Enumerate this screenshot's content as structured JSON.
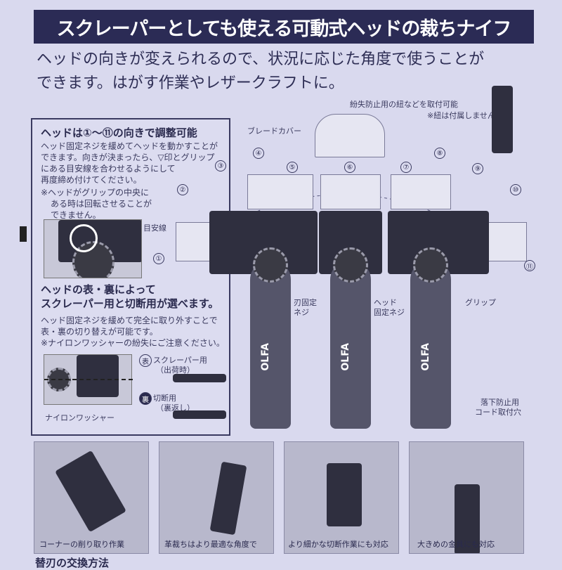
{
  "title": "スクレーパーとしても使える可動式ヘッドの裁ちナイフ",
  "intro": [
    "ヘッドの向きが変えられるので、状況に応じた角度で使うことが",
    "できます。はがす作業やレザークラフトに。"
  ],
  "box": {
    "heading1": "ヘッドは①～⑪の向きで調整可能",
    "text1": [
      "ヘッド固定ネジを緩めてヘッドを動かすことが",
      "できます。向きが決まったら、▽印とグリップ",
      "にある目安線を合わせるようにして",
      "再度締め付けてください。"
    ],
    "note1": [
      "※ヘッドがグリップの中央に",
      "ある時は回転させることが",
      "できません。"
    ],
    "guide_line_label": "目安線",
    "heading2": [
      "ヘッドの表・裏によって",
      "スクレーパー用と切断用が選べます。"
    ],
    "text2": [
      "ヘッド固定ネジを緩めて完全に取り外すことで",
      "表・裏の切り替えが可能です。"
    ],
    "note2": "※ナイロンワッシャーの紛失にご注意ください。",
    "washer_label": "ナイロンワッシャー",
    "front_badge": "表",
    "front_label": "スクレーパー用",
    "front_sub": "（出荷時）",
    "back_badge": "裏",
    "back_label": "切断用",
    "back_sub": "（裏返し）"
  },
  "diagram": {
    "lanyard_note": "紛失防止用の紐などを取付可能",
    "lanyard_sub": "※紐は付属しません",
    "blade_cover": "ブレードカバー",
    "blade_screw": [
      "刃固定",
      "ネジ"
    ],
    "head_screw": [
      "ヘッド",
      "固定ネジ"
    ],
    "grip": "グリップ",
    "cord_hole": [
      "落下防止用",
      "コード取付穴"
    ],
    "brand": "OLFA",
    "positions": [
      "①",
      "②",
      "③",
      "④",
      "⑤",
      "⑥",
      "⑦",
      "⑧",
      "⑨",
      "⑩",
      "⑪"
    ]
  },
  "captions": [
    "コーナーの削り取り作業",
    "革裁ちはより最適な角度で",
    "より細かな切断作業にも対応",
    "大きめの金具にも対応"
  ],
  "bottom_heading": "替刃の交換方法",
  "colors": {
    "background": "#d9d9ee",
    "title_bar": "#2b2b55",
    "ink": "#2a2a4e"
  }
}
